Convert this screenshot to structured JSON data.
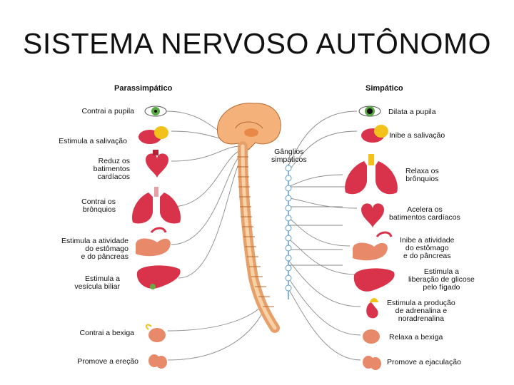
{
  "slide": {
    "title": "SISTEMA NERVOSO AUTÔNOMO"
  },
  "diagram": {
    "left_header": "Parassimpático",
    "right_header": "Simpático",
    "ganglia_label": "Gânglios\nsimpáticos",
    "left_effects": [
      {
        "organ": "eye-icon",
        "text": "Contrai a pupila"
      },
      {
        "organ": "salivary-gland-icon",
        "text": "Estimula a salivação"
      },
      {
        "organ": "heart-icon",
        "text": "Reduz os\nbatimentos\ncardíacos"
      },
      {
        "organ": "lungs-icon",
        "text": "Contrai os\nbrônquios"
      },
      {
        "organ": "stomach-icon",
        "text": "Estimula a atividade\ndo estômago\ne do pâncreas"
      },
      {
        "organ": "liver-icon",
        "text": "Estimula a\nvesícula biliar"
      },
      {
        "organ": "bladder-icon",
        "text": "Contrai a bexiga"
      },
      {
        "organ": "genitals-icon",
        "text": "Promove a ereção"
      }
    ],
    "right_effects": [
      {
        "organ": "eye-icon",
        "text": "Dilata a pupila"
      },
      {
        "organ": "salivary-gland-icon",
        "text": "Inibe a salivação"
      },
      {
        "organ": "lungs-icon",
        "text": "Relaxa os\nbrônquios"
      },
      {
        "organ": "heart-icon",
        "text": "Acelera os\nbatimentos cardíacos"
      },
      {
        "organ": "stomach-icon",
        "text": "Inibe a atividade\ndo estômago\ne do pâncreas"
      },
      {
        "organ": "liver-icon",
        "text": "Estimula a\nliberação de glicose\npelo fígado"
      },
      {
        "organ": "adrenal-kidney-icon",
        "text": "Estimula a produção\nde adrenalina e\nnoradrenalina"
      },
      {
        "organ": "bladder-icon",
        "text": "Relaxa a bexiga"
      },
      {
        "organ": "genitals-icon",
        "text": "Promove a ejaculação"
      }
    ],
    "colors": {
      "spine": "#e8a06a",
      "brain": "#f4b27a",
      "organ_red": "#d8334a",
      "gland_yellow": "#f2c21a",
      "eye_green": "#5aa846",
      "nerve_line": "#8a8a8a",
      "ganglion_blue": "#5a9bd5"
    }
  }
}
